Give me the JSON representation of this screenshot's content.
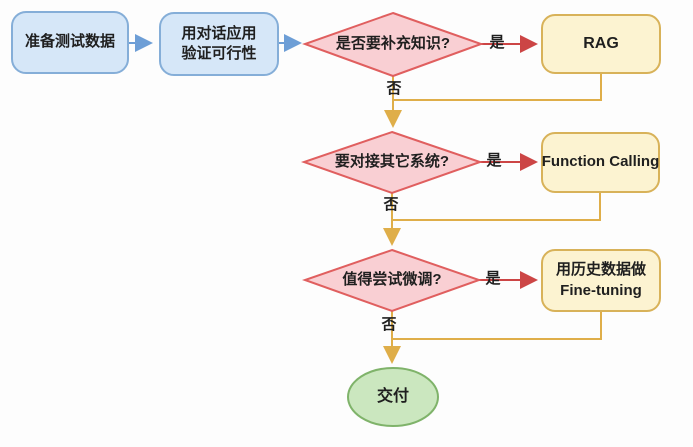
{
  "nodes": {
    "prepare": {
      "label": "准备测试数据"
    },
    "verify": {
      "line1": "用对话应用",
      "line2": "验证可行性"
    },
    "decision_knowledge": {
      "label": "是否要补充知识?"
    },
    "rag": {
      "label": "RAG"
    },
    "decision_systems": {
      "label": "要对接其它系统?"
    },
    "function_calling": {
      "label": "Function Calling"
    },
    "decision_finetune": {
      "label": "值得尝试微调?"
    },
    "fine_tuning": {
      "line1": "用历史数据做",
      "line2": "Fine-tuning"
    },
    "deliver": {
      "label": "交付"
    }
  },
  "edge_labels": {
    "yes": "是",
    "no": "否"
  },
  "colors": {
    "process_fill": "#d6e7f8",
    "process_border": "#85aed8",
    "decision_fill": "#f9cfd3",
    "decision_border": "#e05f5f",
    "action_fill": "#fcf3d1",
    "action_border": "#d8b259",
    "terminal_fill": "#cbe7bf",
    "terminal_border": "#7fb36a",
    "edge_blue": "#6d9ed6",
    "edge_red": "#cc4545",
    "edge_yellow": "#dfae49"
  }
}
